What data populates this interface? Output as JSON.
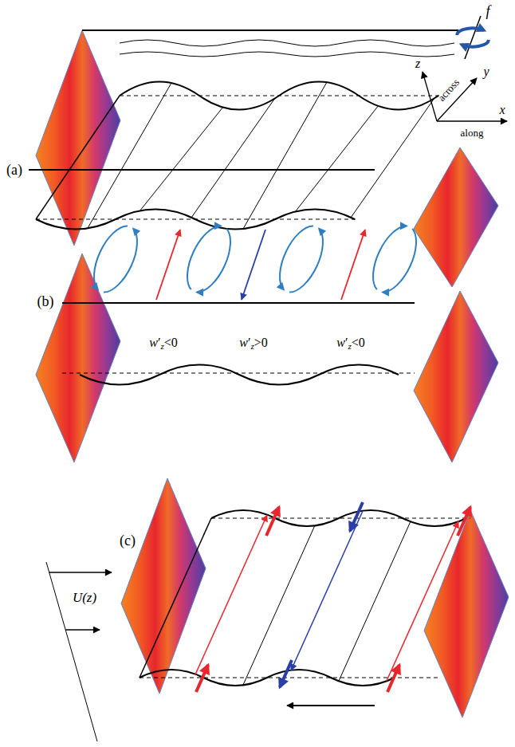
{
  "diagram": {
    "labels": [
      "(a)",
      "f",
      "z",
      "across",
      "y",
      "x",
      "along",
      "(b)",
      "w′z<0",
      "w′z>0",
      "w′z<0",
      "(c)",
      "U(z)"
    ]
  }
}
